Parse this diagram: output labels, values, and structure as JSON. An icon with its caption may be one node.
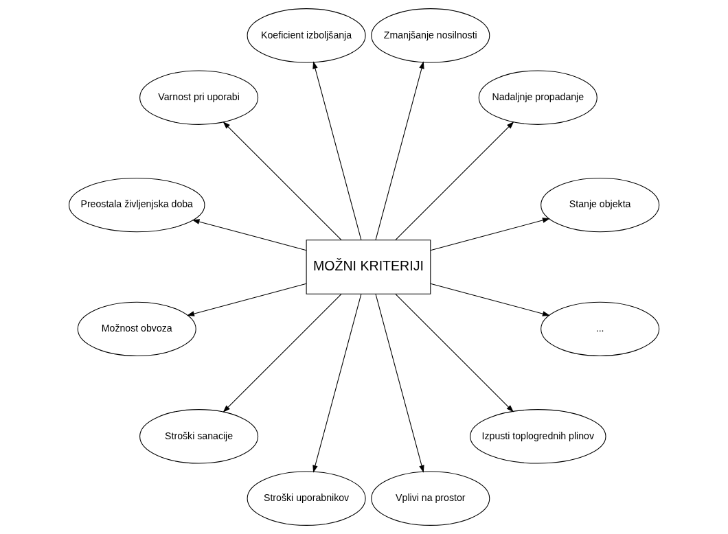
{
  "diagram": {
    "nodes": [
      {
        "text": [
          "MOŽNI KRITERIJI"
        ]
      },
      {
        "text": [
          "Stanje objekta"
        ]
      },
      {
        "text": [
          "Nadaljnje propadanje"
        ]
      },
      {
        "text": [
          "Zmanjšanje nosilnosti"
        ]
      },
      {
        "text": [
          "Koeficient izboljšanja"
        ]
      },
      {
        "text": [
          "Varnost pri uporabi"
        ]
      },
      {
        "text": [
          "Preostala življenjska doba"
        ]
      },
      {
        "text": [
          "Možnost obvoza"
        ]
      },
      {
        "text": [
          "Stroški sanacije"
        ]
      },
      {
        "text": [
          "Stroški uporabnikov"
        ]
      },
      {
        "text": [
          "Vplivi na prostor"
        ]
      },
      {
        "text": [
          "Izpusti toplogrednih plinov"
        ]
      },
      {
        "text": [
          "..."
        ]
      }
    ],
    "edges": [
      {
        "from": 0,
        "to": 1,
        "arrow": "to"
      },
      {
        "from": 0,
        "to": 2,
        "arrow": "to"
      },
      {
        "from": 0,
        "to": 3,
        "arrow": "to"
      },
      {
        "from": 0,
        "to": 4,
        "arrow": "to"
      },
      {
        "from": 0,
        "to": 5,
        "arrow": "to"
      },
      {
        "from": 0,
        "to": 6,
        "arrow": "to"
      },
      {
        "from": 0,
        "to": 7,
        "arrow": "to"
      },
      {
        "from": 0,
        "to": 8,
        "arrow": "to"
      },
      {
        "from": 0,
        "to": 9,
        "arrow": "to"
      },
      {
        "from": 0,
        "to": 10,
        "arrow": "to"
      },
      {
        "from": 0,
        "to": 11,
        "arrow": "to"
      },
      {
        "from": 0,
        "to": 12,
        "arrow": "to"
      }
    ]
  }
}
